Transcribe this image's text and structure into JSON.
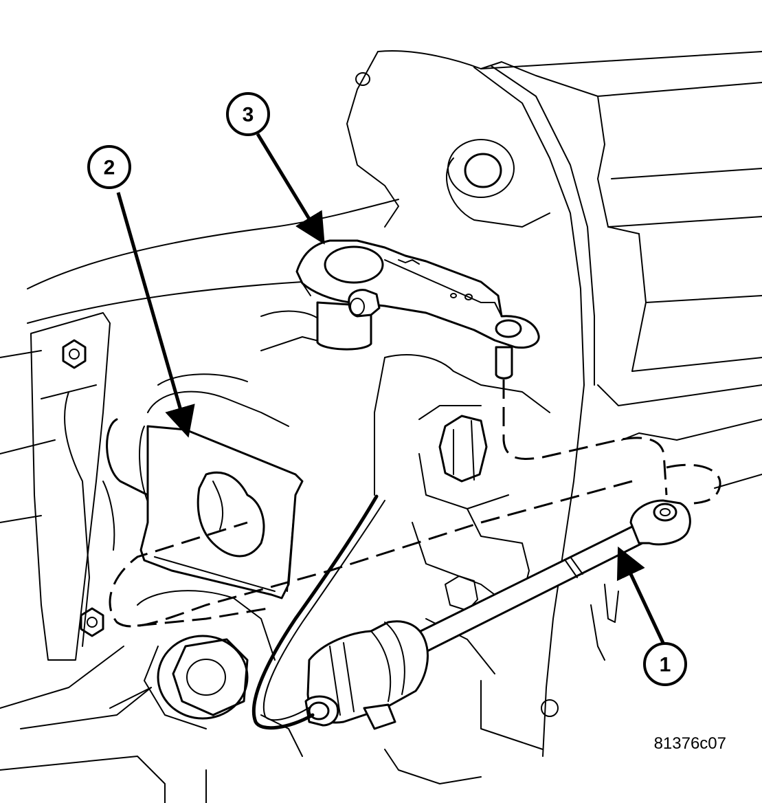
{
  "callouts": [
    {
      "id": "1",
      "label": "1"
    },
    {
      "id": "2",
      "label": "2"
    },
    {
      "id": "3",
      "label": "3"
    }
  ],
  "figure_id": "81376c07"
}
